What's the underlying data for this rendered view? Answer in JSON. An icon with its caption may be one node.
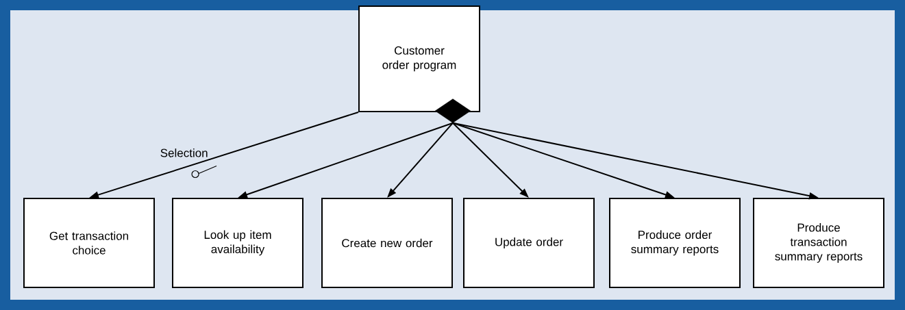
{
  "diagram": {
    "nodes": [
      {
        "text": [
          "Customer order program"
        ]
      },
      {
        "text": [],
        "shape": "diamond"
      },
      {
        "text": [
          "Get transaction choice"
        ]
      },
      {
        "text": [
          "Look up item availability"
        ]
      },
      {
        "text": [
          "Create new order"
        ]
      },
      {
        "text": [
          "Update order"
        ]
      },
      {
        "text": [
          "Produce order summary reports"
        ]
      },
      {
        "text": [
          "Produce transaction summary reports"
        ]
      }
    ],
    "edges": [
      {
        "from": 0,
        "to": 2,
        "arrow": "to",
        "label": "Selection"
      },
      {
        "from": 1,
        "to": 3,
        "arrow": "to"
      },
      {
        "from": 1,
        "to": 4,
        "arrow": "to"
      },
      {
        "from": 1,
        "to": 5,
        "arrow": "to"
      },
      {
        "from": 1,
        "to": 6,
        "arrow": "to"
      },
      {
        "from": 1,
        "to": 7,
        "arrow": "to"
      }
    ]
  }
}
